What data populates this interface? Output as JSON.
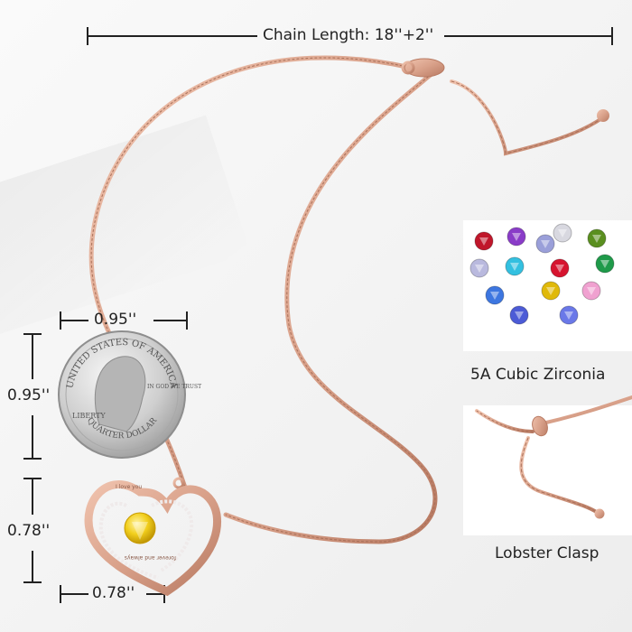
{
  "chain_length_label": "Chain Length: 18''+2''",
  "coin_width_label": "0.95''",
  "coin_height_label": "0.95''",
  "pendant_height_label": "0.78''",
  "pendant_width_label": "0.78''",
  "zirconia_label": "5A Cubic Zirconia",
  "clasp_label": "Lobster Clasp",
  "coin": {
    "top_text": "UNITED STATES OF AMERICA",
    "motto": "IN GOD WE TRUST",
    "liberty": "LIBERTY",
    "bottom_text": "QUARTER DOLLAR"
  },
  "pendant_engraving_top": "I love you",
  "pendant_engraving_bottom": "forever and always",
  "colors": {
    "rose_gold": "#d9a18a",
    "rose_gold_dark": "#b87a62",
    "center_stone": "#f2cf1d"
  },
  "gem_colors": [
    "#c0172b",
    "#8a3cc8",
    "#9a9fd9",
    "#d8d8e0",
    "#5a8f1f",
    "#b9b9de",
    "#33c0e0",
    "#d6142f",
    "#1f9a4a",
    "#3d76e0",
    "#4c5bd6",
    "#f0a1d0",
    "#e0b90a",
    "#6a78e8"
  ]
}
